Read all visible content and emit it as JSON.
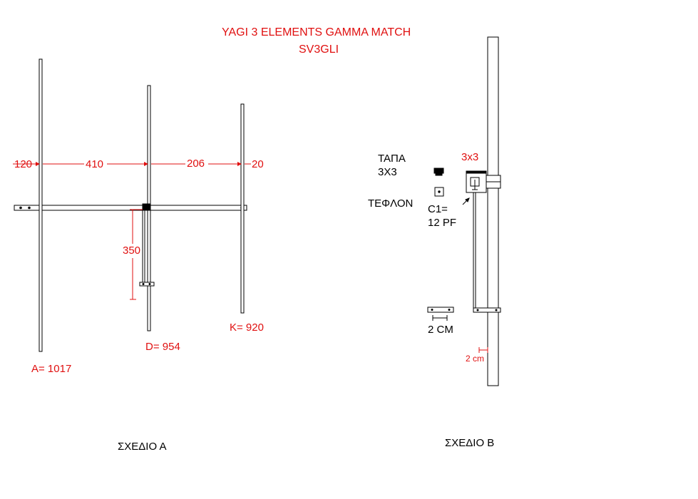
{
  "title": {
    "line1": "YAGI 3 ELEMENTS GAMMA MATCH",
    "line2": "SV3GLI"
  },
  "drawing_a": {
    "spacings": [
      "120",
      "410",
      "206",
      "20"
    ],
    "gamma_length": "350",
    "elements": {
      "reflector": "A= 1017",
      "driven": "D= 954",
      "director": "K= 920"
    },
    "caption": "ΣΧΕΔΙΟ Α"
  },
  "drawing_b": {
    "cap_label": "ΤΑΠΑ",
    "cap_size": "3Χ3",
    "teflon_label": "ΤΕΦΛΟΝ",
    "box_size": "3x3",
    "capacitor_label": "C1=",
    "capacitor_value": "12 PF",
    "strap_dimension": "2 CM",
    "offset_dimension": "2 cm",
    "caption": "ΣΧΕΔΙΟ Β"
  },
  "colors": {
    "dimension_text": "#e01010",
    "drawing_lines": "#000000"
  }
}
